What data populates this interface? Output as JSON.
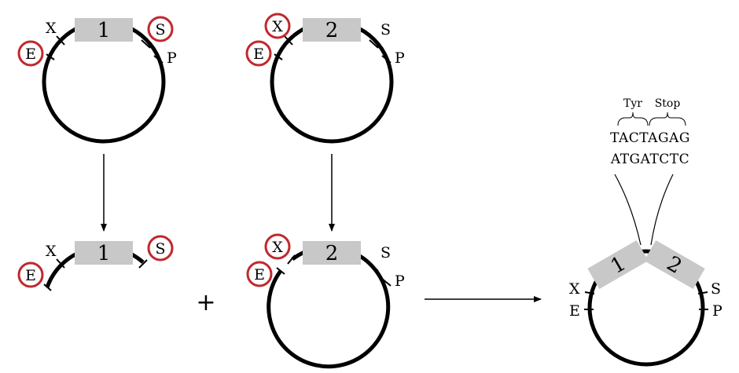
{
  "sites": {
    "x": "X",
    "e": "E",
    "s": "S",
    "p": "P"
  },
  "parts": {
    "one": "1",
    "two": "2"
  },
  "operator": "+",
  "sequence": {
    "codon_tyr": "Tyr",
    "codon_stop": "Stop",
    "top_strand": "TACTAGAG",
    "bottom_strand": "ATGATCTC"
  },
  "colors": {
    "backbone": "#000000",
    "part_box": "#c8c8c8",
    "highlight_circle": "#c0282d"
  }
}
